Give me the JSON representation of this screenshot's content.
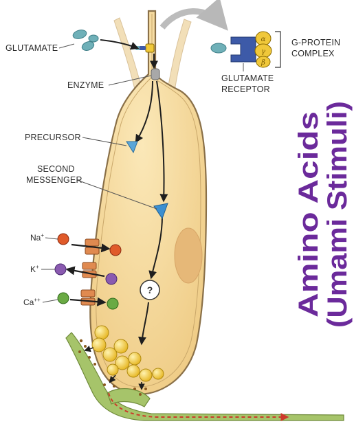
{
  "labels": {
    "glutamate": "GLUTAMATE",
    "enzyme": "ENZYME",
    "precursor": "PRECURSOR",
    "second_messenger_line1": "SECOND",
    "second_messenger_line2": "MESSENGER",
    "g_protein_line1": "G-PROTEIN",
    "g_protein_line2": "COMPLEX",
    "glutamate_receptor_line1": "GLUTAMATE",
    "glutamate_receptor_line2": "RECEPTOR",
    "question": "?"
  },
  "greek": {
    "alpha": "α",
    "gamma": "γ",
    "beta": "β"
  },
  "ions": {
    "na": {
      "base": "Na",
      "charge": "+"
    },
    "k": {
      "base": "K",
      "charge": "+"
    },
    "ca": {
      "base": "Ca",
      "charge": "++"
    }
  },
  "title": {
    "line1": "Amino Acids",
    "line2": "(Umami Stimuli)"
  },
  "colors": {
    "cell_fill": "#f6dca0",
    "cell_outline": "#8a7048",
    "nerve": "#a6c46a",
    "title": "#6b2a9b",
    "second_messenger": "#3c8fd0",
    "na_ion": "#e05a2a",
    "k_ion": "#7a4ea0",
    "ca_ion": "#5a9a3a",
    "vesicle": "#f2c83a",
    "signal": "#cc3a2a"
  }
}
